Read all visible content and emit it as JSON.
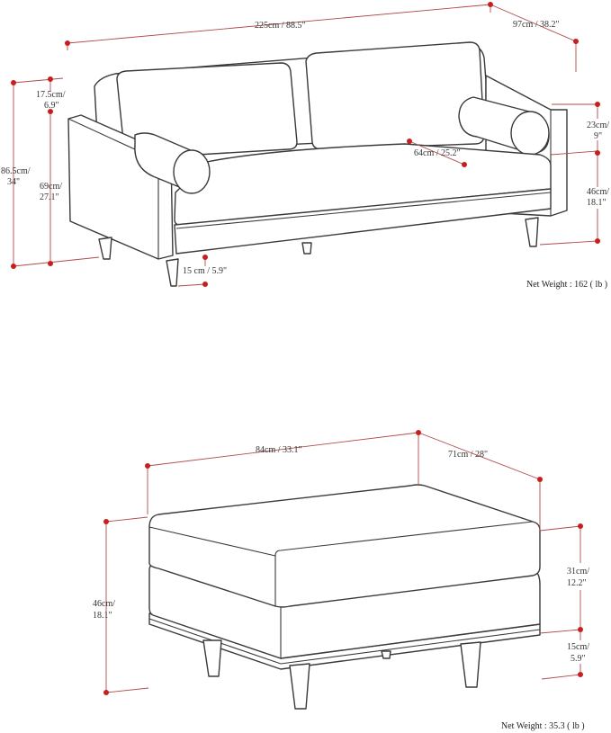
{
  "sofa": {
    "dimensions": {
      "width": "225cm / 88.5\"",
      "depth": "97cm / 38.2\"",
      "arm_height_cm": "17.5cm/",
      "arm_height_in": "6.9\"",
      "total_height_cm": "86.5cm/",
      "total_height_in": "34\"",
      "arm_floor_cm": "69cm/",
      "arm_floor_in": "27.1\"",
      "seat_depth": "64cm / 25.2\"",
      "back_height_cm": "23cm/",
      "back_height_in": "9\"",
      "seat_height_cm": "46cm/",
      "seat_height_in": "18.1\"",
      "leg_height": "15 cm / 5.9\""
    },
    "net_weight": "Net Weight : 162 ( lb )"
  },
  "ottoman": {
    "dimensions": {
      "width": "84cm / 33.1\"",
      "depth": "71cm / 28\"",
      "height_cm": "46cm/",
      "height_in": "18.1\"",
      "cushion_height_cm": "31cm/",
      "cushion_height_in": "12.2\"",
      "leg_height_cm": "15cm/",
      "leg_height_in": "5.9\""
    },
    "net_weight": "Net Weight : 35.3 ( lb )"
  },
  "colors": {
    "outline": "#3a3a3a",
    "dimension_line": "#b24a4a",
    "dimension_dot": "#c81e1e"
  }
}
